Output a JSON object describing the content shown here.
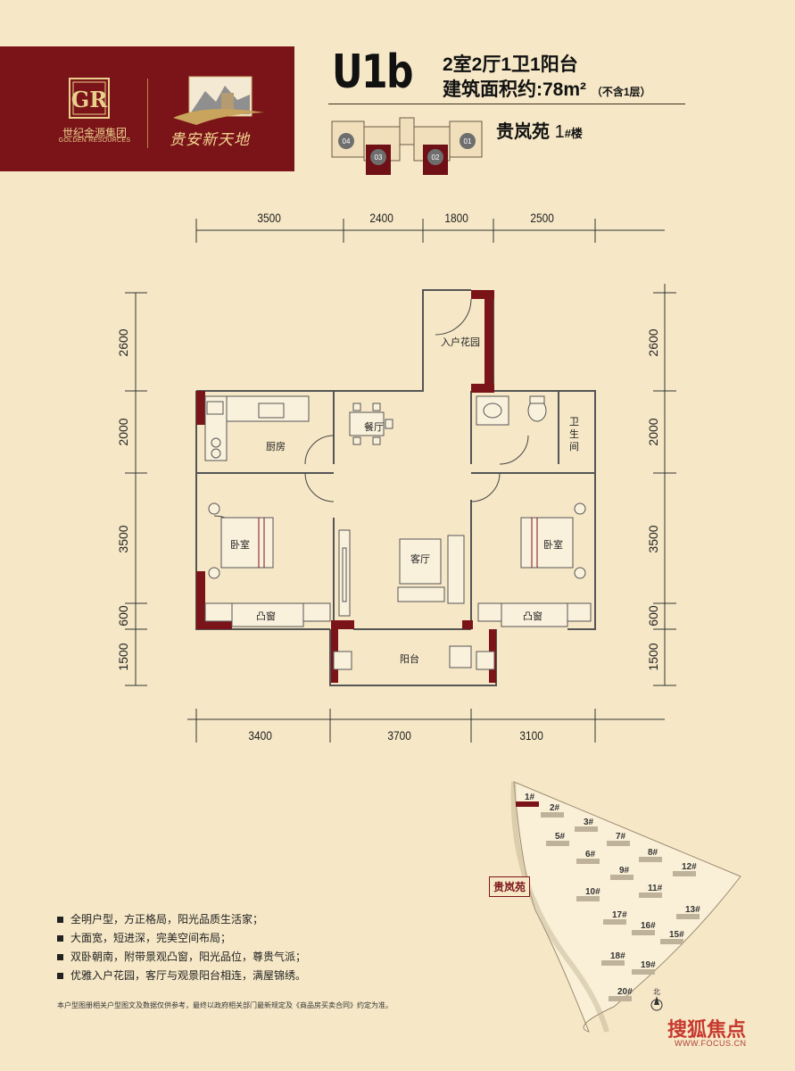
{
  "brand": {
    "group_name_cn": "世纪金源集团",
    "group_name_en": "GOLDEN RESOURCES",
    "logo_letters": "GR",
    "project_name": "贵安新天地"
  },
  "header": {
    "unit_code": "U1b",
    "layout": "2室2厅1卫1阳台",
    "area_label": "建筑面积约:78m²",
    "area_note": "（不含1层）",
    "building_name": "贵岚苑",
    "building_number": "1",
    "building_suffix": "#楼",
    "key_plan_units": [
      "04",
      "03",
      "02",
      "01"
    ]
  },
  "dimensions": {
    "top": [
      "3500",
      "2400",
      "1800",
      "2500"
    ],
    "bottom": [
      "3400",
      "3700",
      "3100"
    ],
    "left": [
      "2600",
      "2000",
      "3500",
      "600",
      "1500"
    ],
    "right": [
      "2600",
      "2000",
      "3500",
      "600",
      "1500"
    ]
  },
  "rooms": {
    "entry_garden": "入户花园",
    "dining": "餐厅",
    "kitchen": "厨房",
    "bathroom": "卫生间",
    "bedroom_left": "卧室",
    "bedroom_right": "卧室",
    "living": "客厅",
    "bay_left": "凸窗",
    "bay_right": "凸窗",
    "balcony": "阳台"
  },
  "features": [
    "全明户型，方正格局，阳光品质生活家；",
    "大面宽，短进深，完美空间布局；",
    "双卧朝南，附带景观凸窗，阳光品位，尊贵气派；",
    "优雅入户花园，客厅与观景阳台相连，满屋锦绣。"
  ],
  "disclaimer": "本户型图册相关户型图文及数据仅供参考，最终以政府相关部门最新规定及《商品房买卖合同》约定为准。",
  "site_map": {
    "label": "贵岚苑",
    "north": "北",
    "buildings": [
      "1#",
      "2#",
      "3#",
      "5#",
      "7#",
      "6#",
      "8#",
      "9#",
      "12#",
      "10#",
      "11#",
      "13#",
      "17#",
      "16#",
      "15#",
      "18#",
      "19#",
      "20#"
    ]
  },
  "watermark": {
    "text": "搜狐焦点",
    "url": "WWW.FOCUS.CN"
  },
  "colors": {
    "brand_red": "#7b1419",
    "gold": "#e9cf8c",
    "paper": "#f6e8c7"
  }
}
